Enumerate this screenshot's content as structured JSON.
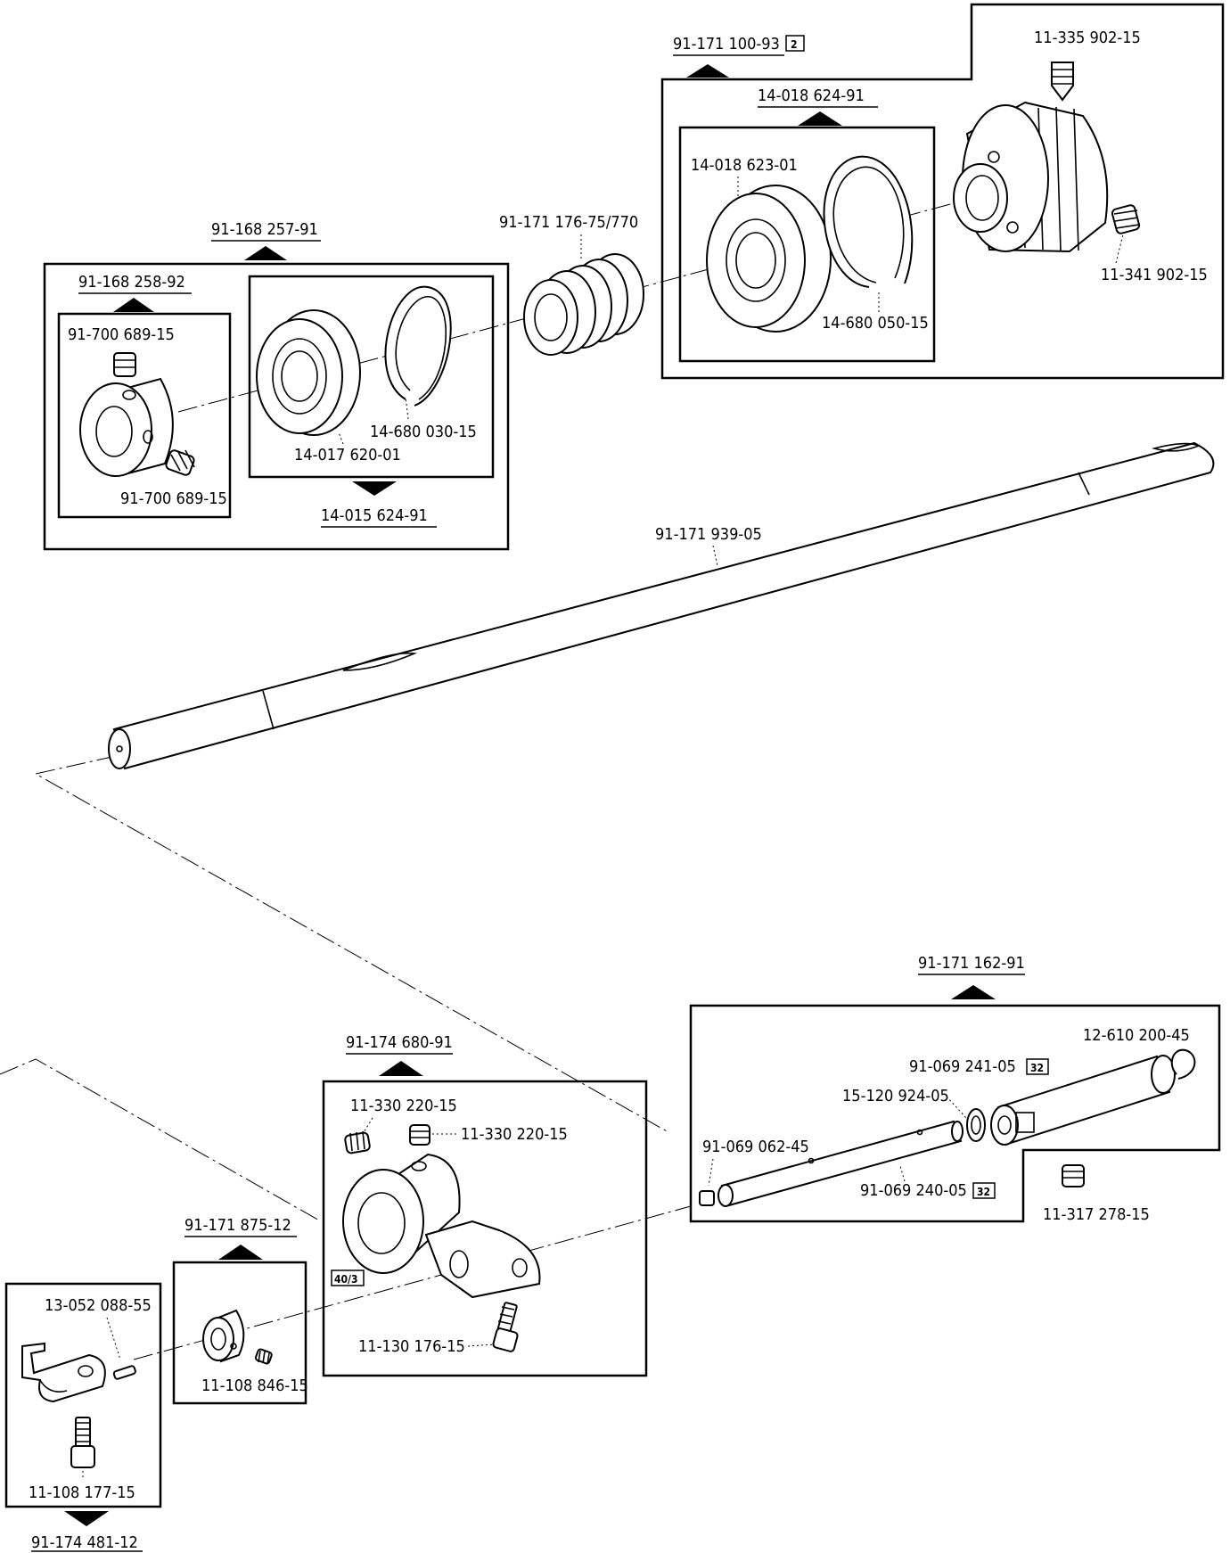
{
  "diagram": {
    "type": "exploded parts diagram",
    "labels": {
      "a1": "91-171 100-93",
      "a1_tag": "2",
      "a2": "14-018 624-91",
      "a3": "11-335 902-15",
      "a4": "14-018 623-01",
      "a5": "11-341 902-15",
      "a6": "14-680 050-15",
      "a7": "91-171 176-75/770",
      "a8": "91-168 257-91",
      "a9": "91-168 258-92",
      "a10": "91-700 689-15",
      "a11": "91-700 689-15",
      "a12": "14-680 030-15",
      "a13": "14-017 620-01",
      "a14": "14-015 624-91",
      "a15": "91-171 939-05",
      "b1": "91-171 162-91",
      "b2": "12-610 200-45",
      "b3": "91-069 241-05",
      "b3_tag": "32",
      "b4": "15-120 924-05",
      "b5": "91-069 062-45",
      "b6": "91-069 240-05",
      "b6_tag": "32",
      "b7": "11-317 278-15",
      "c1": "91-174 680-91",
      "c2": "11-330 220-15",
      "c3": "11-330 220-15",
      "c4": "40/3",
      "c5": "11-130 176-15",
      "d1": "91-171 875-12",
      "d2": "11-108 846-15",
      "e1": "13-052 088-55",
      "e2": "11-108 177-15",
      "e3": "91-174 481-12"
    }
  }
}
